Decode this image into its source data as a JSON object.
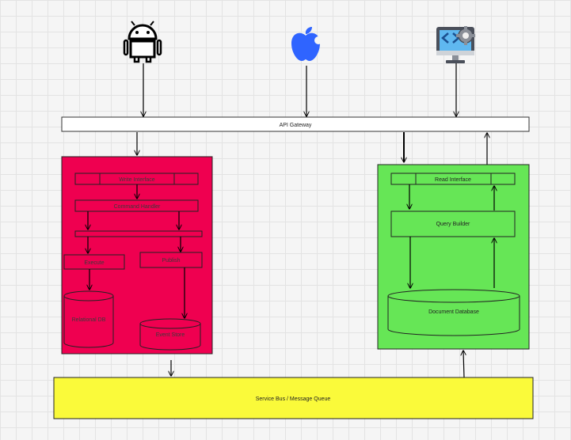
{
  "gateway": {
    "label": "API Gateway"
  },
  "write_side": {
    "interface": "Write Interface",
    "handler": "Command Handler",
    "execute": "Execute",
    "publish": "Publish",
    "relational_db": "Relational DB",
    "event_store": "Event Store",
    "fill_color": "#ef0050"
  },
  "read_side": {
    "interface": "Read Interface",
    "query_builder": "Query Builder",
    "document_db": "Document Database",
    "fill_color": "#66e656"
  },
  "bus": {
    "label": "Service Bus / Message Queue",
    "fill_color": "#fafa3a"
  },
  "clients": [
    {
      "name": "android-icon"
    },
    {
      "name": "apple-icon"
    },
    {
      "name": "desktop-settings-icon"
    }
  ]
}
